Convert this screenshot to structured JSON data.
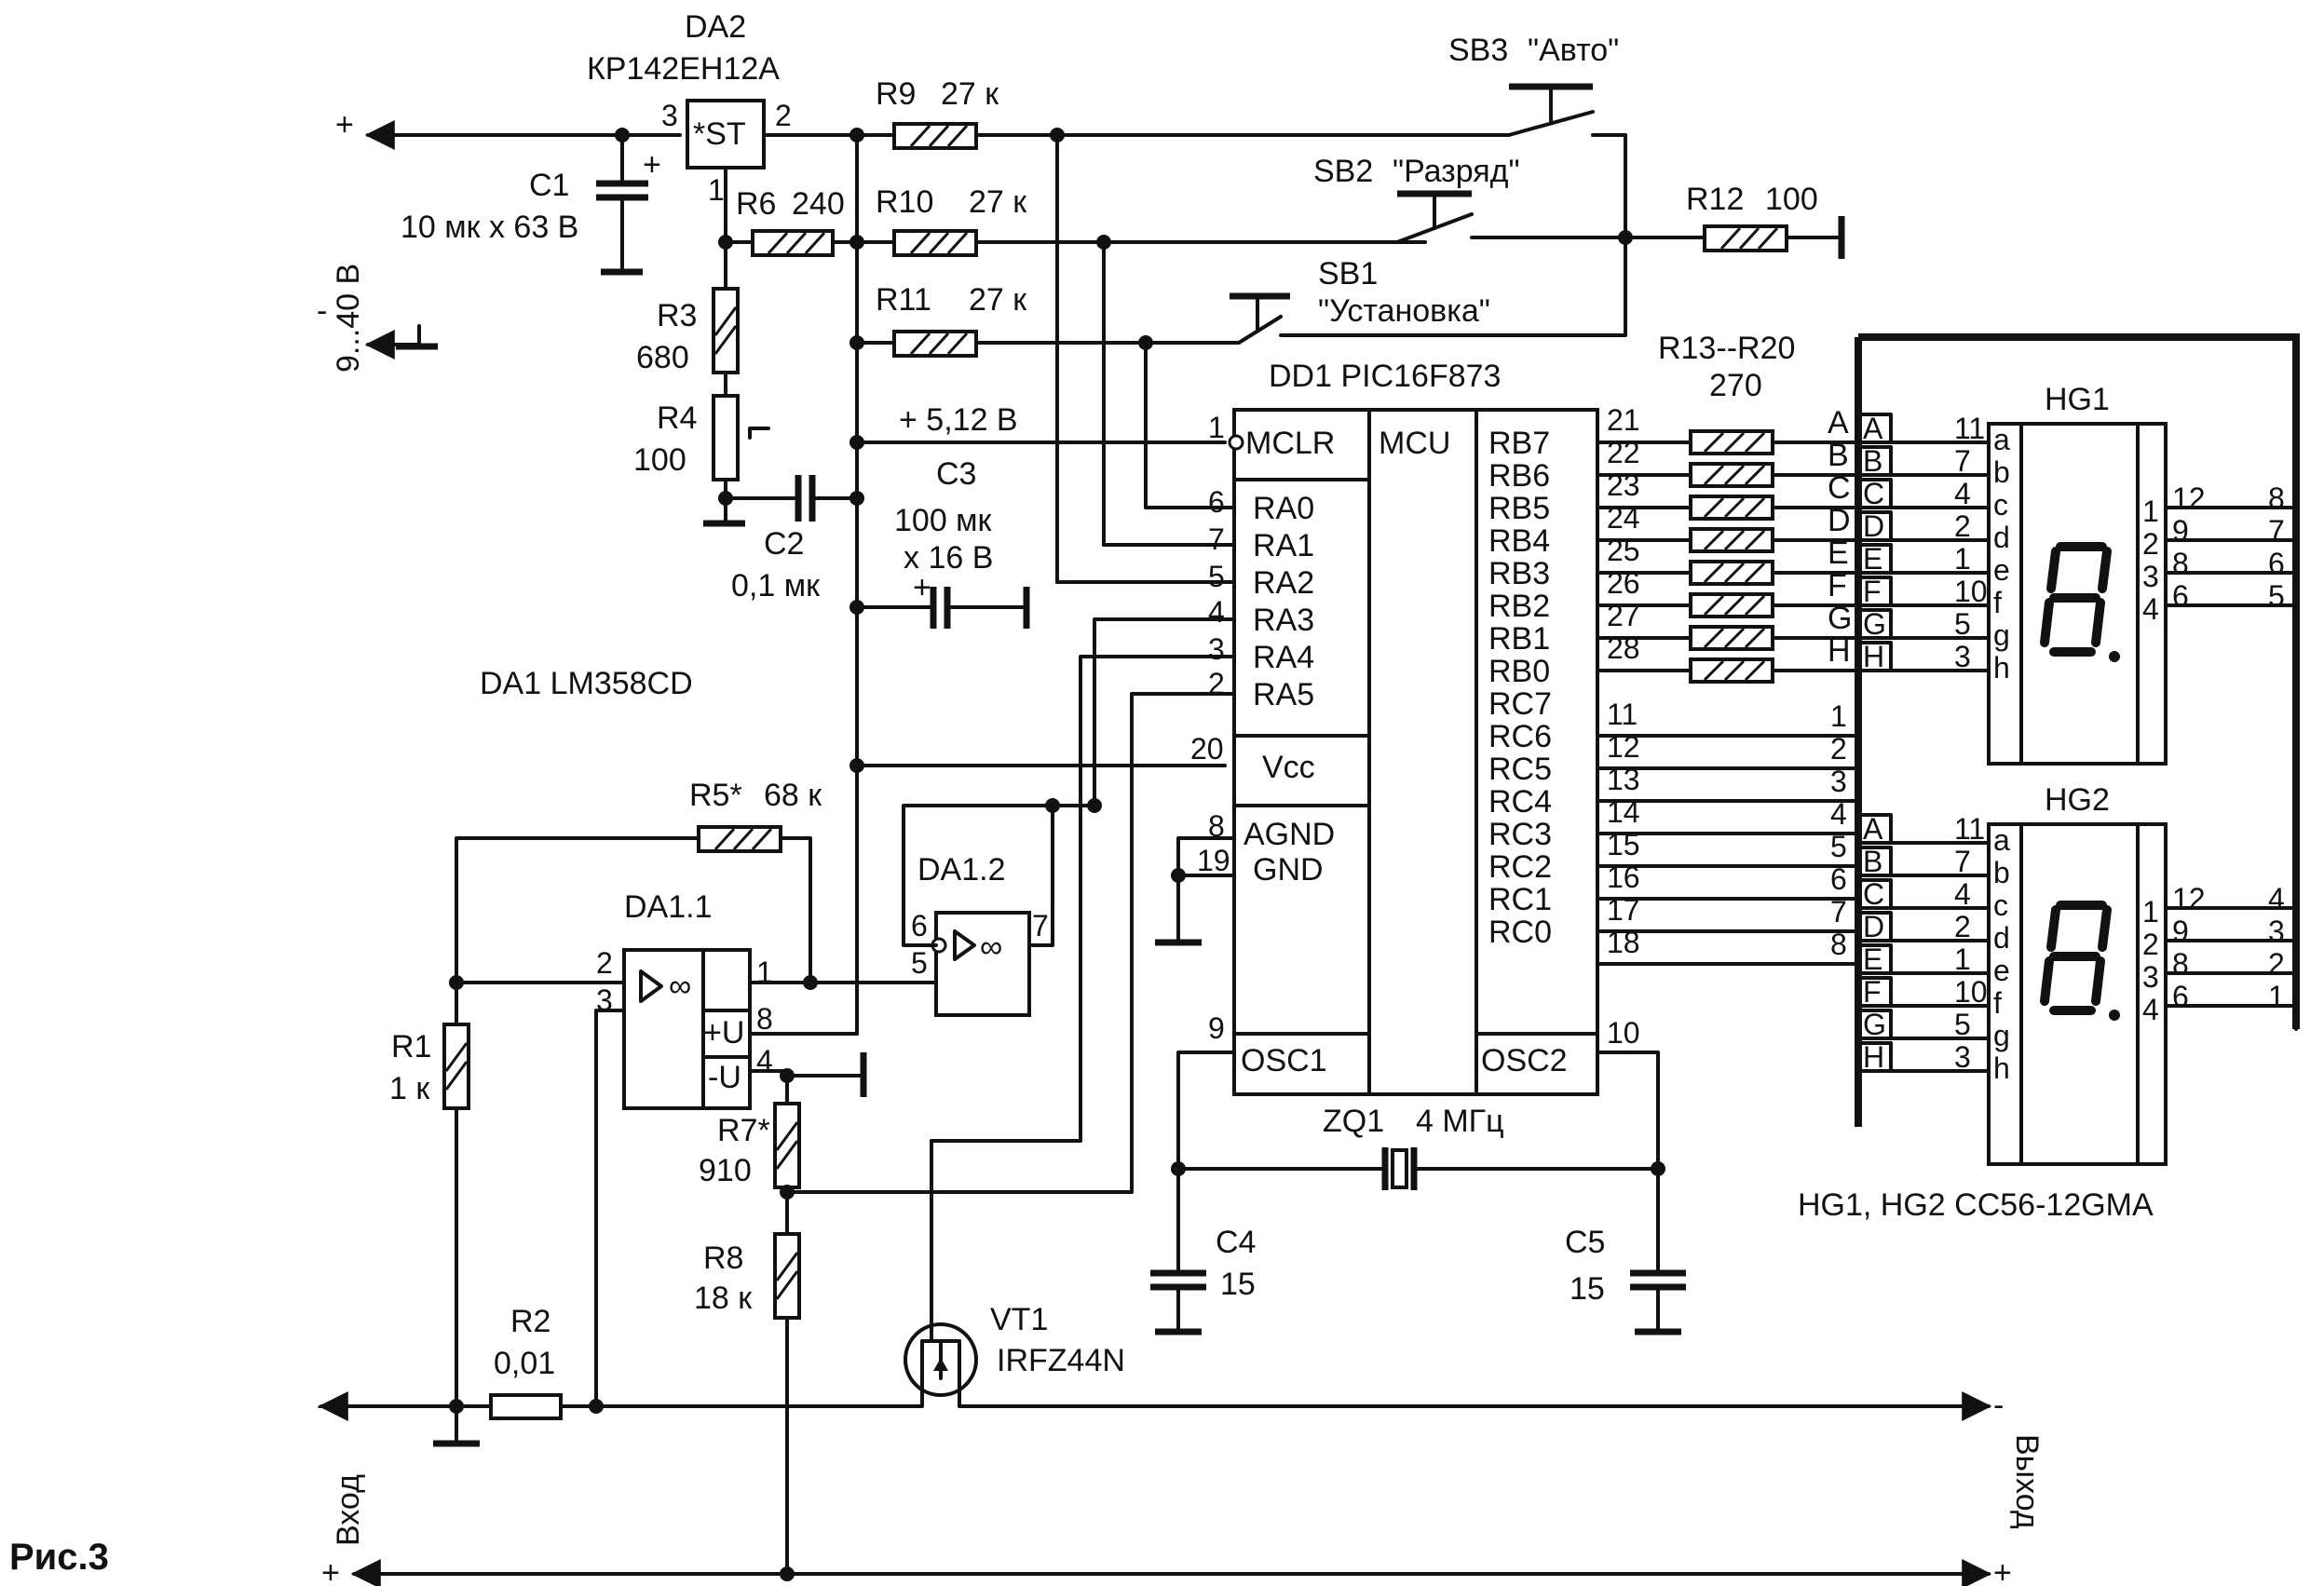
{
  "figure": {
    "caption": "Рис.3",
    "input_label": "Вход",
    "output_label": "Выход",
    "supply_label": "9...40 В",
    "plus": "+",
    "minus": "-"
  },
  "components": {
    "da2": {
      "ref": "DA2",
      "part": "КР142ЕН12А",
      "body": "*ST",
      "pin_in": "3",
      "pin_out": "2",
      "pin_adj": "1"
    },
    "c1": {
      "ref": "C1",
      "value": "10 мк x 63 В",
      "pol": "+"
    },
    "r9": {
      "ref": "R9",
      "value": "27 к"
    },
    "r10": {
      "ref": "R10",
      "value": "27 к"
    },
    "r11": {
      "ref": "R11",
      "value": "27 к"
    },
    "r6": {
      "ref": "R6",
      "value": "240"
    },
    "r3": {
      "ref": "R3",
      "value": "680"
    },
    "r4": {
      "ref": "R4",
      "value": "100"
    },
    "c2": {
      "ref": "C2",
      "value": "0,1 мк"
    },
    "c3": {
      "ref": "C3",
      "value1": "100 мк",
      "value2": "x 16 В",
      "pol": "+"
    },
    "vref": "+ 5,12 В",
    "sb3": {
      "ref": "SB3",
      "name": "\"Авто\""
    },
    "sb2": {
      "ref": "SB2",
      "name": "\"Разряд\""
    },
    "sb1": {
      "ref": "SB1",
      "name": "\"Установка\""
    },
    "r12": {
      "ref": "R12",
      "value": "100"
    },
    "dd1": {
      "label": "DD1  PIC16F873",
      "mcu": "MCU",
      "left_pins": [
        {
          "num": "1",
          "name": "MCLR"
        },
        {
          "num": "6",
          "name": "RA0"
        },
        {
          "num": "7",
          "name": "RA1"
        },
        {
          "num": "5",
          "name": "RA2"
        },
        {
          "num": "4",
          "name": "RA3"
        },
        {
          "num": "3",
          "name": "RA4"
        },
        {
          "num": "2",
          "name": "RA5"
        },
        {
          "num": "20",
          "name": "Vcc"
        },
        {
          "num": "8",
          "name": "AGND"
        },
        {
          "num": "19",
          "name": "GND"
        },
        {
          "num": "9",
          "name": "OSC1"
        }
      ],
      "right_pins": [
        {
          "num": "21",
          "name": "RB7"
        },
        {
          "num": "22",
          "name": "RB6"
        },
        {
          "num": "23",
          "name": "RB5"
        },
        {
          "num": "24",
          "name": "RB4"
        },
        {
          "num": "25",
          "name": "RB3"
        },
        {
          "num": "26",
          "name": "RB2"
        },
        {
          "num": "27",
          "name": "RB1"
        },
        {
          "num": "28",
          "name": "RB0"
        },
        {
          "num": "11",
          "name": "RC7"
        },
        {
          "num": "12",
          "name": "RC6"
        },
        {
          "num": "13",
          "name": "RC5"
        },
        {
          "num": "14",
          "name": "RC4"
        },
        {
          "num": "15",
          "name": "RC3"
        },
        {
          "num": "16",
          "name": "RC2"
        },
        {
          "num": "17",
          "name": "RC1"
        },
        {
          "num": "18",
          "name": "RC0"
        }
      ],
      "osc2": {
        "num": "10",
        "name": "OSC2"
      }
    },
    "r13_20": {
      "ref": "R13--R20",
      "value": "270"
    },
    "bus_letters": [
      "A",
      "B",
      "C",
      "D",
      "E",
      "F",
      "G",
      "H"
    ],
    "bus_numbers": [
      "1",
      "2",
      "3",
      "4",
      "5",
      "6",
      "7",
      "8"
    ],
    "hg1": {
      "ref": "HG1",
      "in_pins": [
        "11",
        "7",
        "4",
        "2",
        "1",
        "10",
        "5",
        "3"
      ],
      "seg_names": [
        "a",
        "b",
        "c",
        "d",
        "e",
        "f",
        "g",
        "h"
      ],
      "digit_pins": [
        "1",
        "2",
        "3",
        "4"
      ],
      "out_pins": [
        "12",
        "9",
        "8",
        "6"
      ],
      "bus_pins": [
        "8",
        "7",
        "6",
        "5"
      ]
    },
    "hg2": {
      "ref": "HG2",
      "in_pins": [
        "11",
        "7",
        "4",
        "2",
        "1",
        "10",
        "5",
        "3"
      ],
      "seg_names": [
        "a",
        "b",
        "c",
        "d",
        "e",
        "f",
        "g",
        "h"
      ],
      "digit_pins": [
        "1",
        "2",
        "3",
        "4"
      ],
      "out_pins": [
        "12",
        "9",
        "8",
        "6"
      ],
      "bus_pins": [
        "4",
        "3",
        "2",
        "1"
      ]
    },
    "hg_type": "HG1, HG2 CC56-12GMA",
    "da1": {
      "ref": "DA1 LM358CD",
      "u1": "DA1.1",
      "u2": "DA1.2",
      "inf": "∞",
      "plus_u": "+U",
      "minus_u": "-U",
      "p2": "2",
      "p3": "3",
      "p1": "1",
      "p8": "8",
      "p4": "4",
      "p6": "6",
      "p5": "5",
      "p7": "7"
    },
    "r5": {
      "ref": "R5*",
      "value": "68 к"
    },
    "r1": {
      "ref": "R1",
      "value": "1 к"
    },
    "r2": {
      "ref": "R2",
      "value": "0,01"
    },
    "r7": {
      "ref": "R7*",
      "value": "910"
    },
    "r8": {
      "ref": "R8",
      "value": "18 к"
    },
    "zq1": {
      "ref": "ZQ1",
      "value": "4 МГц"
    },
    "c4": {
      "ref": "C4",
      "value": "15"
    },
    "c5": {
      "ref": "C5",
      "value": "15"
    },
    "vt1": {
      "ref": "VT1",
      "part": "IRFZ44N"
    }
  }
}
